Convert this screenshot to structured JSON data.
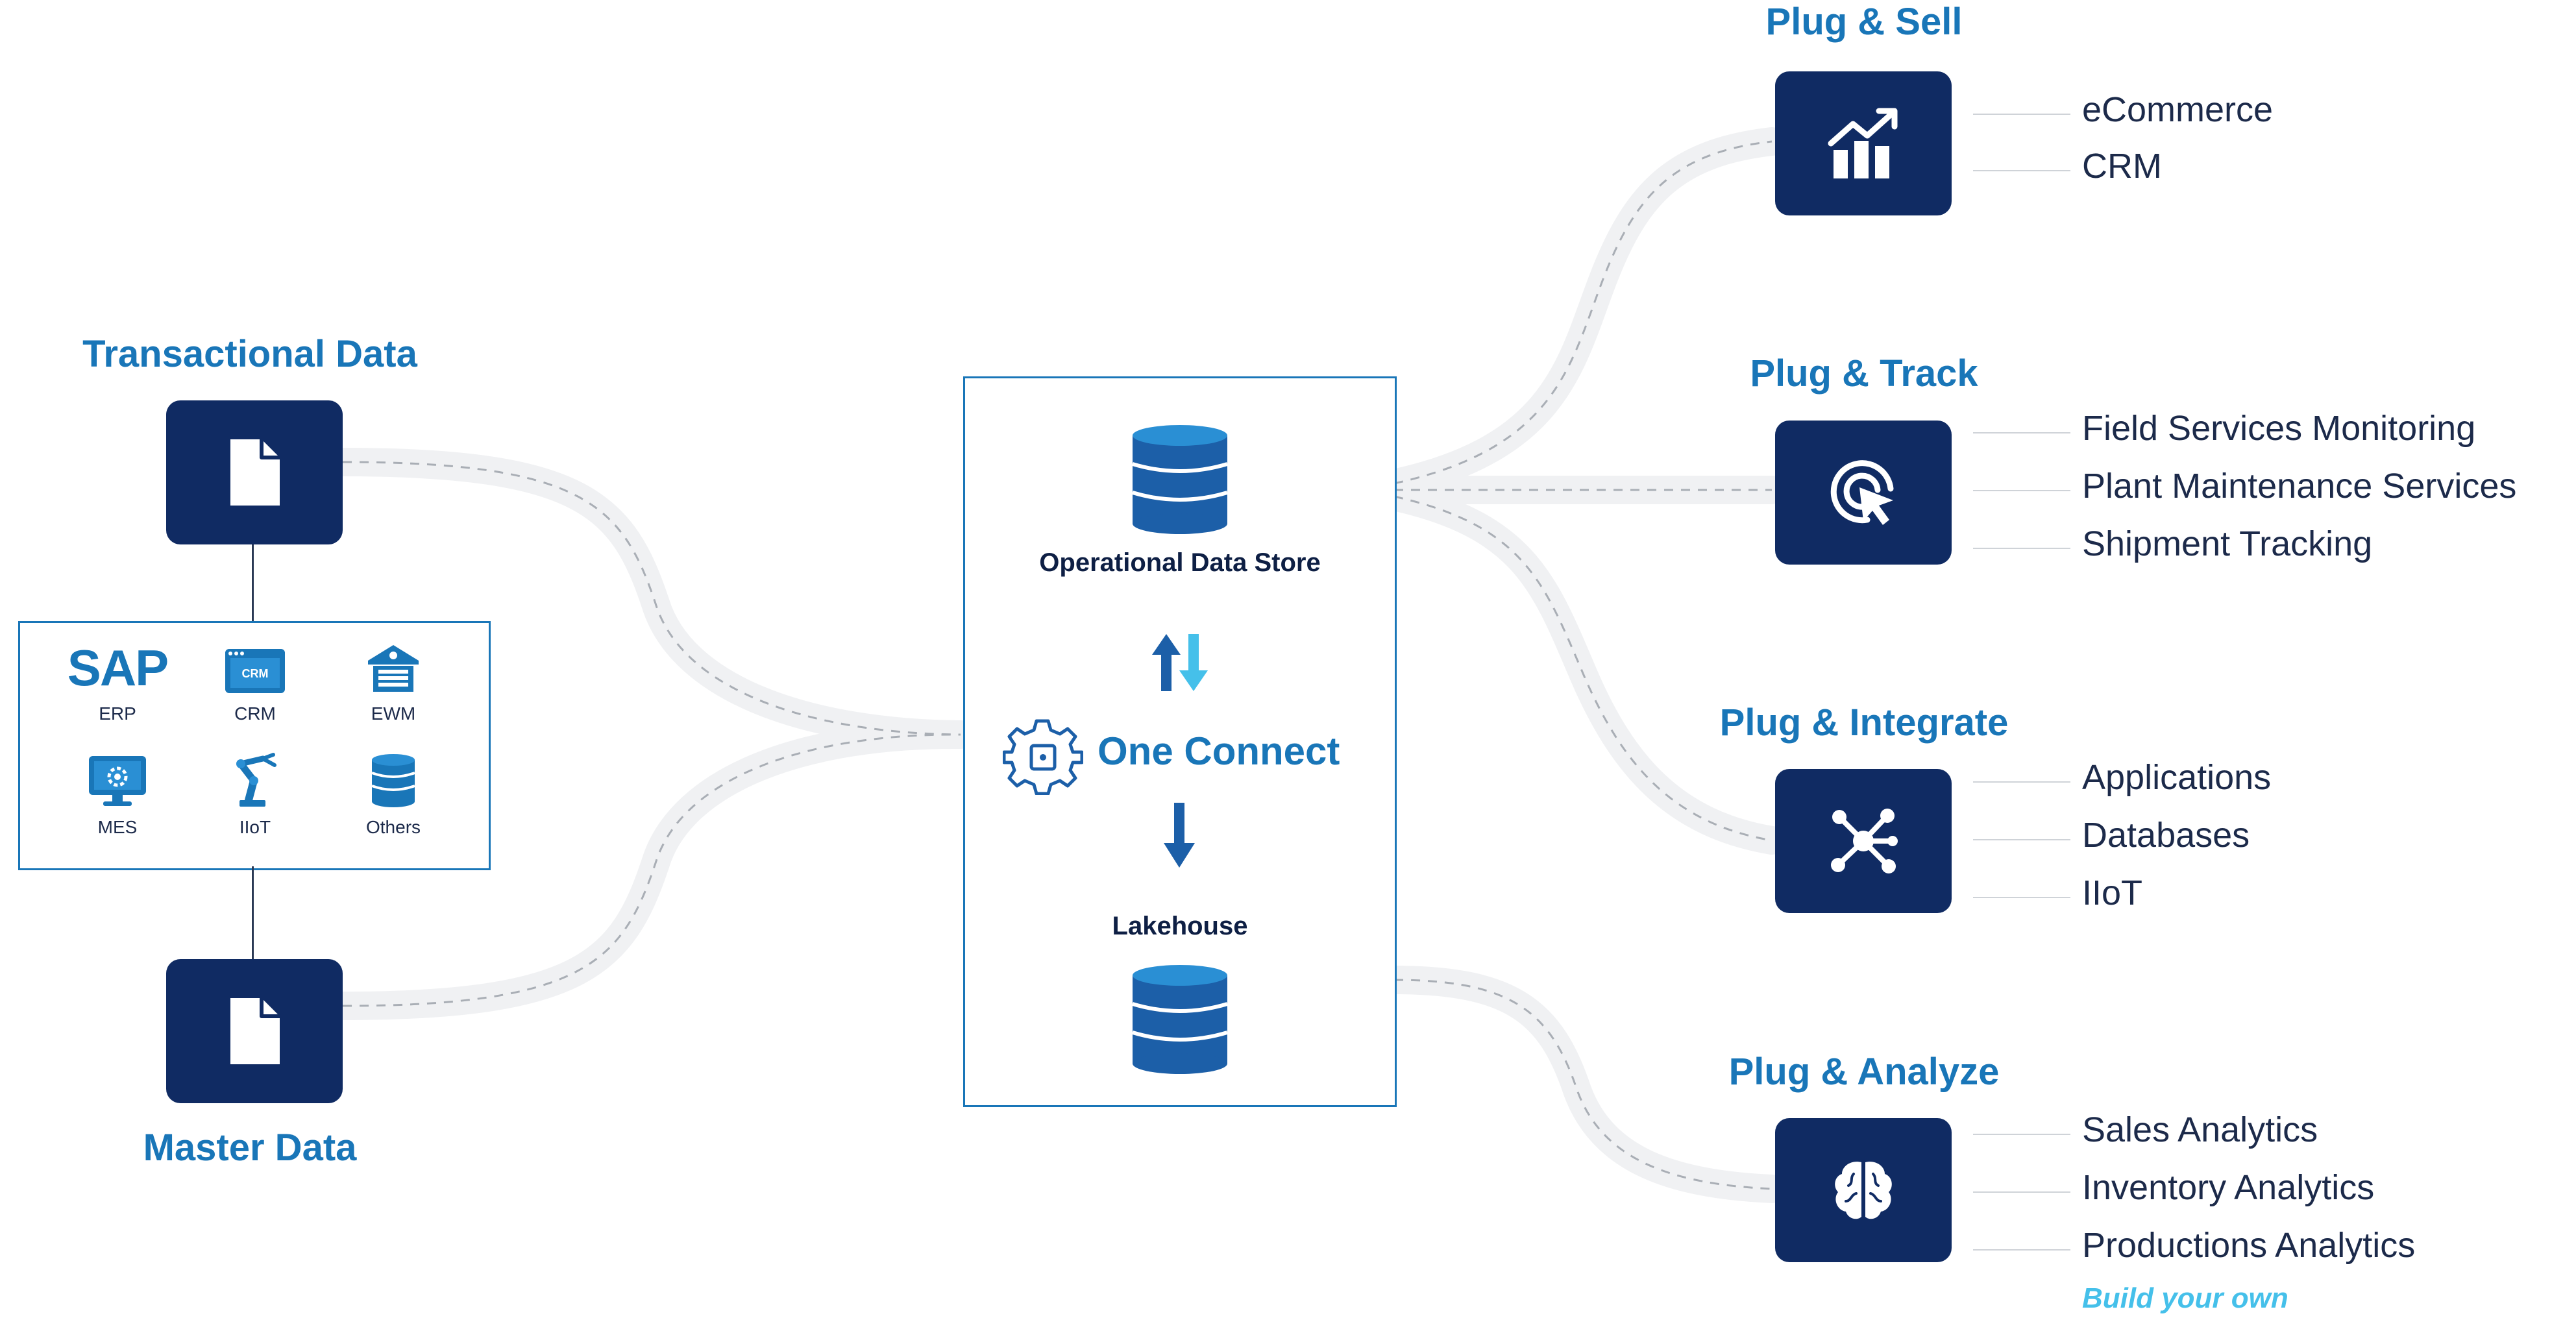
{
  "sources": {
    "transactional": {
      "title": "Transactional Data",
      "icon": "document-icon"
    },
    "master": {
      "title": "Master Data",
      "icon": "document-icon"
    }
  },
  "systems": [
    {
      "label": "ERP",
      "icon": "sap-logo",
      "logo_text": "SAP"
    },
    {
      "label": "CRM",
      "icon": "crm-window-icon",
      "badge": "CRM"
    },
    {
      "label": "EWM",
      "icon": "warehouse-icon"
    },
    {
      "label": "MES",
      "icon": "monitor-gear-icon"
    },
    {
      "label": "IIoT",
      "icon": "robot-arm-icon"
    },
    {
      "label": "Others",
      "icon": "database-icon"
    }
  ],
  "hub": {
    "ods_label": "Operational Data Store",
    "connect_label": "One Connect",
    "lakehouse_label": "Lakehouse"
  },
  "outputs": [
    {
      "title": "Plug & Sell",
      "icon": "growth-chart-icon",
      "items": [
        "eCommerce",
        "CRM"
      ]
    },
    {
      "title": "Plug & Track",
      "icon": "target-cursor-icon",
      "items": [
        "Field Services Monitoring",
        "Plant Maintenance Services",
        "Shipment Tracking"
      ]
    },
    {
      "title": "Plug & Integrate",
      "icon": "hub-network-icon",
      "items": [
        "Applications",
        "Databases",
        "IIoT"
      ]
    },
    {
      "title": "Plug & Analyze",
      "icon": "brain-icon",
      "items": [
        "Sales Analytics",
        "Inventory Analytics",
        "Productions Analytics"
      ]
    }
  ],
  "build_your_own": "Build your own",
  "colors": {
    "navy": "#102b63",
    "blue": "#1976b8",
    "cyan": "#45c0ea",
    "road": "#f0f1f3"
  }
}
